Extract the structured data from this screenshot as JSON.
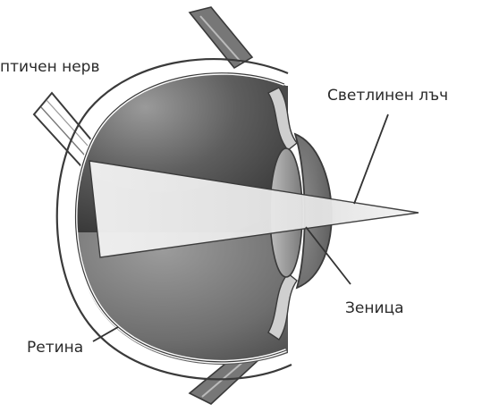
{
  "labels": {
    "optic_nerve": "птичен нерв",
    "light_ray": "Светлинен лъч",
    "pupil": "Зеница",
    "retina": "Ретина"
  }
}
